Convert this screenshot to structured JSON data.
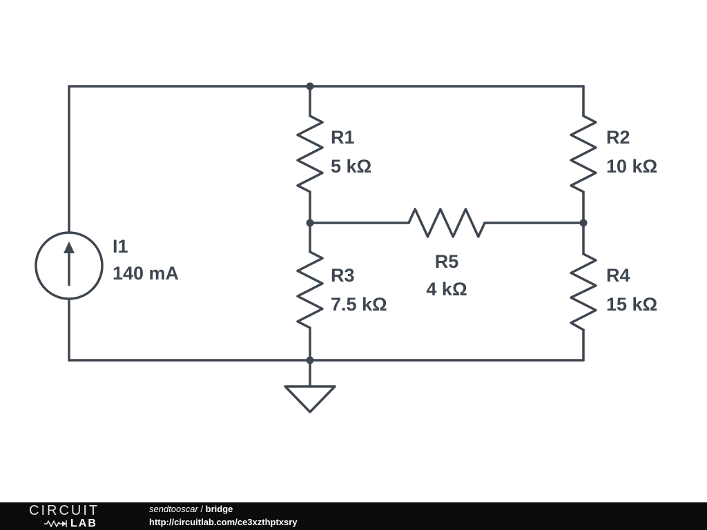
{
  "colors": {
    "wire": "#3e4650",
    "background": "#ffffff",
    "footer_bg": "#0b0b0b",
    "footer_text": "#ffffff"
  },
  "components": {
    "i1": {
      "name": "I1",
      "value": "140 mA"
    },
    "r1": {
      "name": "R1",
      "value": "5 kΩ"
    },
    "r2": {
      "name": "R2",
      "value": "10 kΩ"
    },
    "r3": {
      "name": "R3",
      "value": "7.5 kΩ"
    },
    "r4": {
      "name": "R4",
      "value": "15 kΩ"
    },
    "r5": {
      "name": "R5",
      "value": "4 kΩ"
    }
  },
  "footer": {
    "logo_line1": "CIRCUIT",
    "logo_line2": "LAB",
    "author": "sendtooscar",
    "separator": " / ",
    "title": "bridge",
    "url": "http://circuitlab.com/ce3xzthptxsry"
  }
}
